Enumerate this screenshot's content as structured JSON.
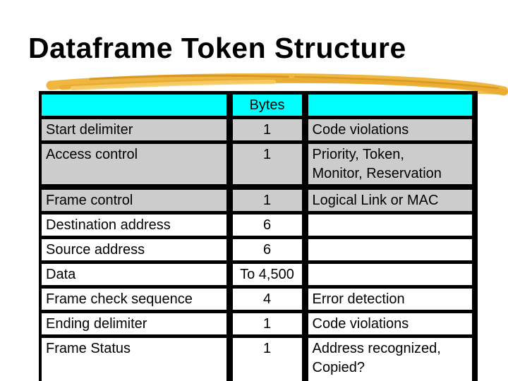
{
  "slide": {
    "title": "Dataframe Token Structure"
  },
  "colors": {
    "background": "#ffffff",
    "title_text": "#000000",
    "table_grid": "#000000",
    "header_row_fill": "#00ffff",
    "shaded_row_fill": "#cccccc",
    "plain_row_fill": "#ffffff",
    "brush_gold_main": "#efb640",
    "brush_gold_light": "#f6cc67",
    "brush_gold_dark": "#d2921b"
  },
  "table": {
    "header": {
      "field": "",
      "bytes": "Bytes",
      "description": ""
    },
    "rows": [
      {
        "field": "Start delimiter",
        "bytes": "1",
        "description": "Code violations"
      },
      {
        "field": "Access control",
        "bytes": "1",
        "description": "Priority, Token,\nMonitor, Reservation"
      },
      {
        "field": "Frame control",
        "bytes": "1",
        "description": "Logical Link or MAC"
      },
      {
        "field": "Destination address",
        "bytes": "6",
        "description": ""
      },
      {
        "field": "Source address",
        "bytes": "6",
        "description": ""
      },
      {
        "field": "Data",
        "bytes": "To 4,500",
        "description": ""
      },
      {
        "field": "Frame check sequence",
        "bytes": "4",
        "description": "Error detection"
      },
      {
        "field": "Ending delimiter",
        "bytes": "1",
        "description": "Code violations"
      },
      {
        "field": "Frame Status",
        "bytes": "1",
        "description": "Address recognized,\nCopied?"
      }
    ]
  }
}
